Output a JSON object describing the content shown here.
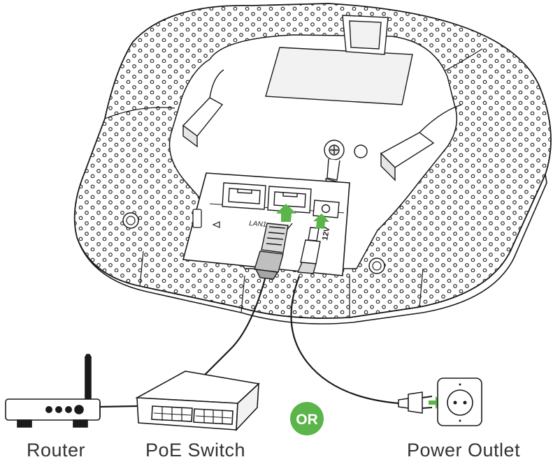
{
  "labels": {
    "router": "Router",
    "poe_switch": "PoE Switch",
    "power_outlet": "Power Outlet",
    "or_badge": "OR",
    "lan_port": "LAN1",
    "dc_port": "12V"
  },
  "colors": {
    "accent_green": "#5bb54a",
    "line": "#1a1a1a",
    "device_fill": "#ffffff",
    "shadow_fill": "#f2f2f2",
    "connector_fill": "#d9d9d9"
  },
  "icons": {
    "lan_arrow": "arrow-up-icon",
    "dc_arrow": "arrow-up-icon",
    "outlet_arrow": "arrow-right-icon"
  }
}
